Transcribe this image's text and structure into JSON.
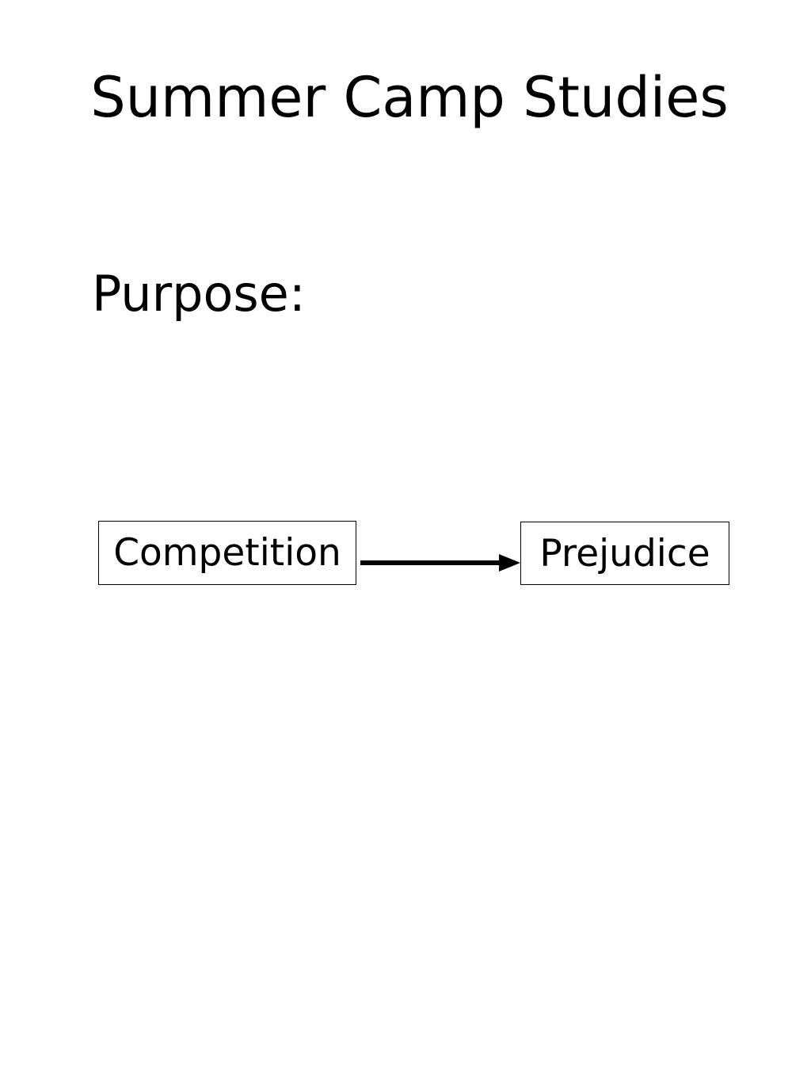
{
  "slide": {
    "title": "Summer Camp Studies",
    "purpose_label": "Purpose:"
  },
  "diagram": {
    "nodes": [
      {
        "id": "competition",
        "label": "Competition"
      },
      {
        "id": "prejudice",
        "label": "Prejudice"
      }
    ],
    "edges": [
      {
        "from": "competition",
        "to": "prejudice"
      }
    ]
  }
}
